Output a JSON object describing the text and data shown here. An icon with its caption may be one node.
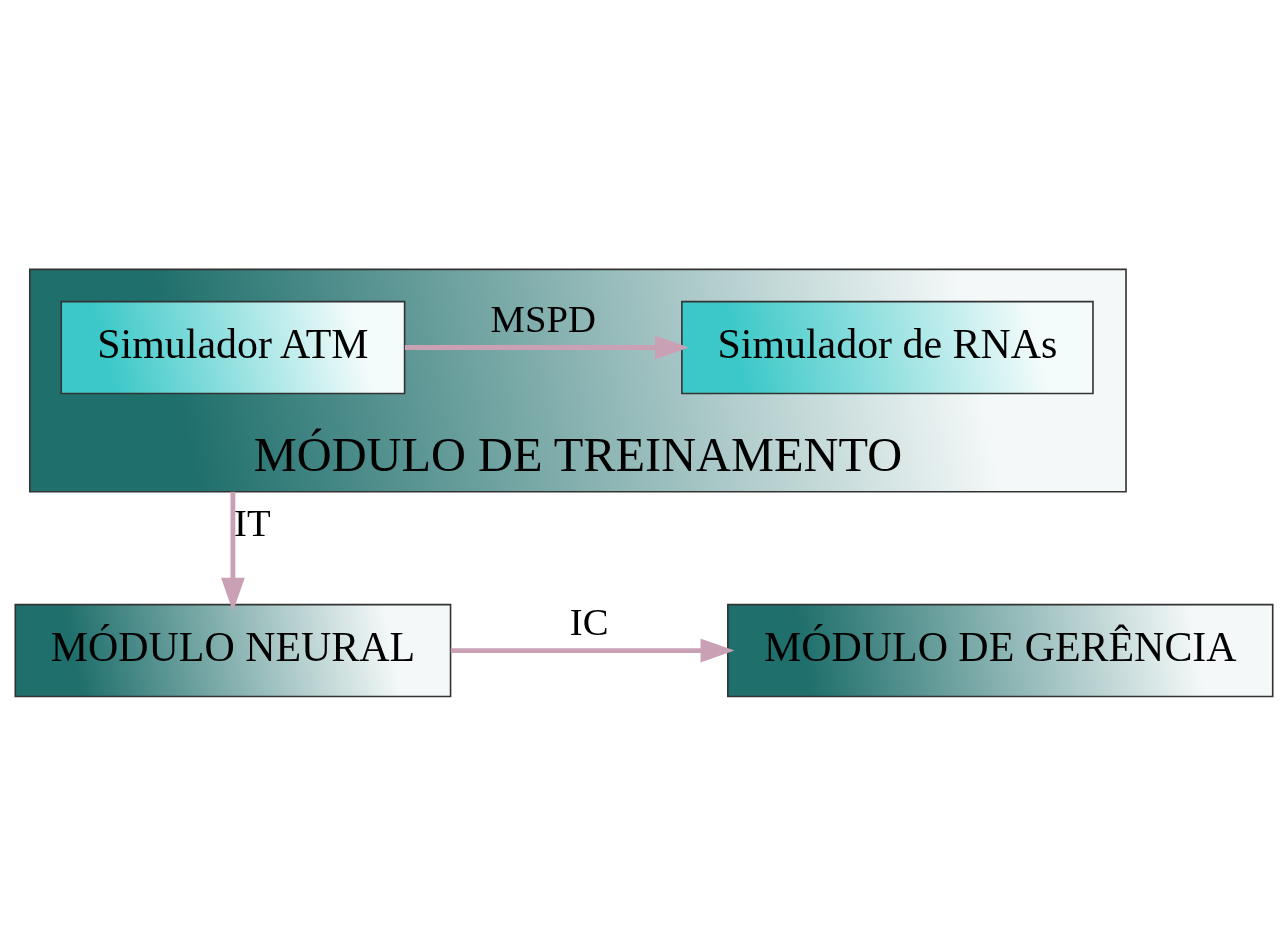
{
  "diagram": {
    "nodes": [
      {
        "text": [
          "MÓDULO DE TREINAMENTO"
        ]
      },
      {
        "text": [
          "Simulador ATM"
        ],
        "in": 0
      },
      {
        "text": [
          "Simulador de RNAs"
        ],
        "in": 0
      },
      {
        "text": [
          "MÓDULO NEURAL"
        ]
      },
      {
        "text": [
          "MÓDULO DE GERÊNCIA"
        ]
      }
    ],
    "edges": [
      {
        "from": 1,
        "to": 2,
        "arrow": "to",
        "label": "MSPD"
      },
      {
        "from": 0,
        "to": 3,
        "arrow": "to",
        "label": "IT"
      },
      {
        "from": 3,
        "to": 4,
        "arrow": "to",
        "label": "IC"
      }
    ]
  }
}
